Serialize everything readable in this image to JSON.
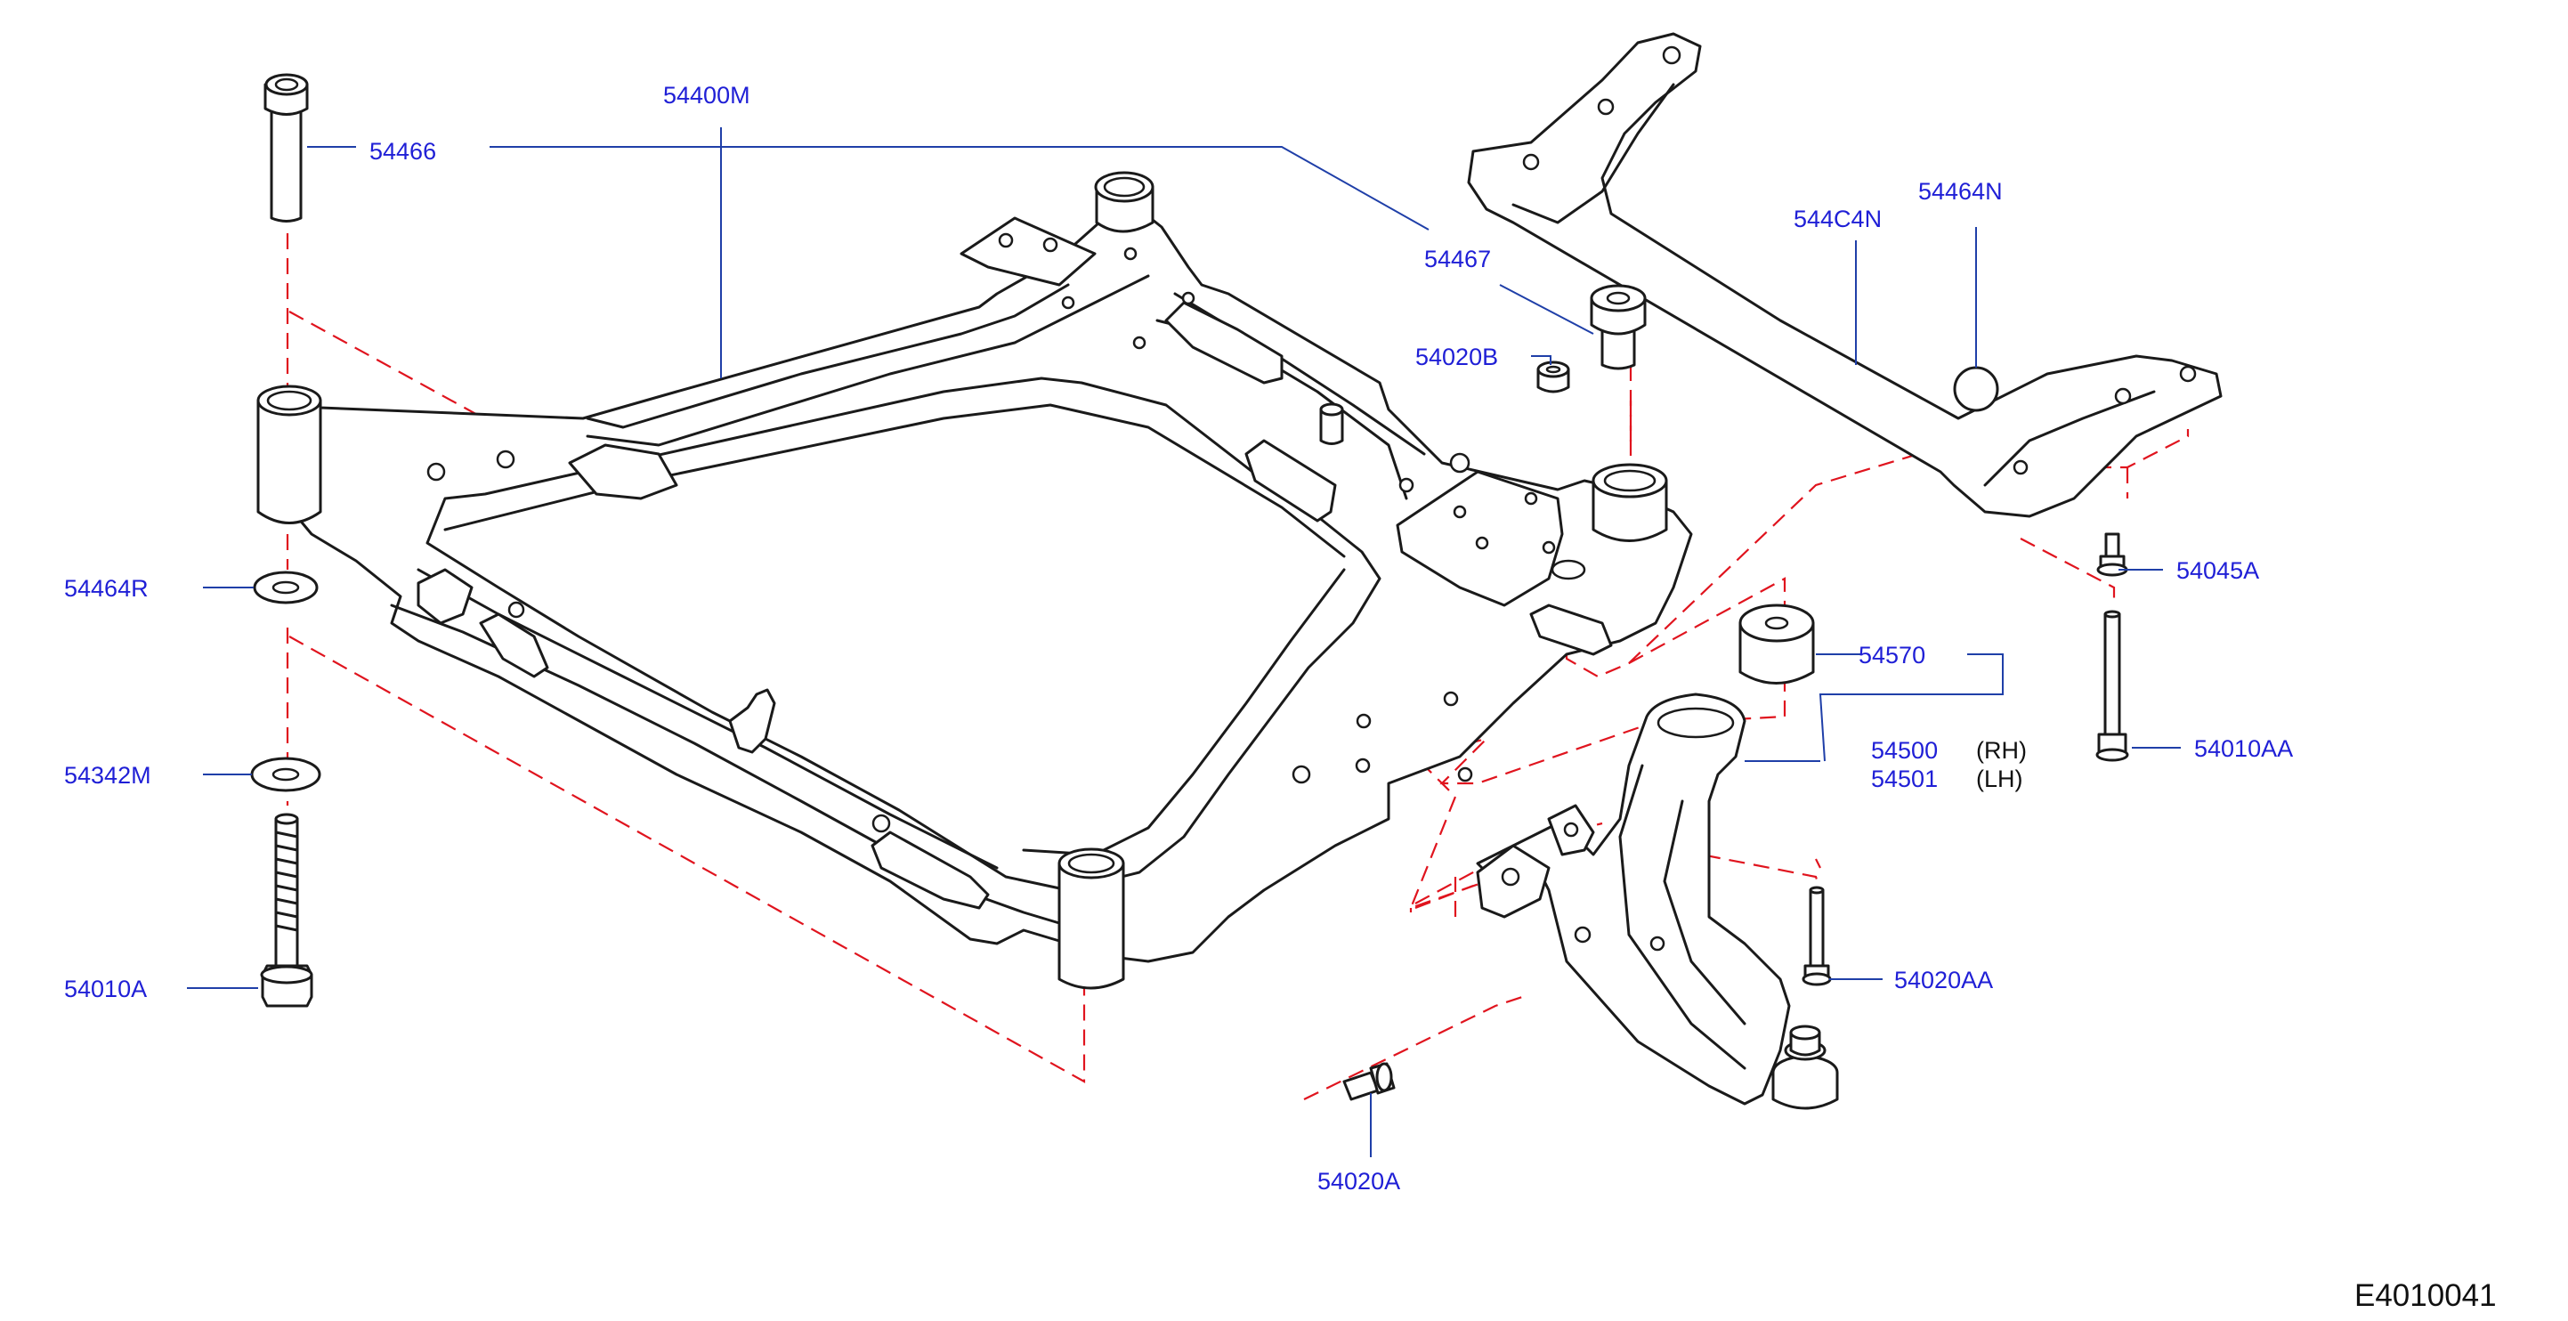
{
  "labels": {
    "p54400M": "54400M",
    "p54466": "54466",
    "p54467": "54467",
    "p54020B": "54020B",
    "p544C4N": "544C4N",
    "p54464N": "54464N",
    "p54045A": "54045A",
    "p54464R": "54464R",
    "p54570": "54570",
    "p54500": "54500",
    "p54501": "54501",
    "rh": "(RH)",
    "lh": "(LH)",
    "p54010AA": "54010AA",
    "p54342M": "54342M",
    "p54020AA": "54020AA",
    "p54010A": "54010A",
    "p54020A": "54020A"
  },
  "diagram_code": "E4010041",
  "colors": {
    "label": "#1f1fd6",
    "leader": "#1f3fa8",
    "dashed": "#e0141e",
    "line_art": "#1a1a1a"
  }
}
